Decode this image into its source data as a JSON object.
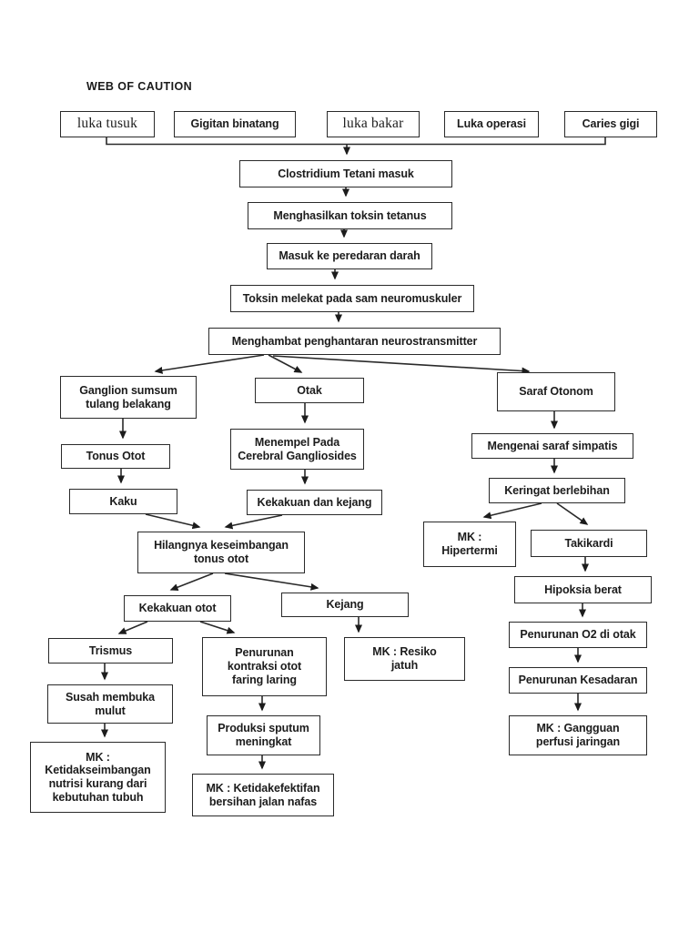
{
  "diagram": {
    "title": "WEB OF CAUTION",
    "type": "flowchart",
    "ink_color": "#1c1c1c",
    "background": "#ffffff",
    "nodes": {
      "luka_tusuk": "luka tusuk",
      "gigitan_binatang": "Gigitan binatang",
      "luka_bakar": "luka bakar",
      "luka_operasi": "Luka operasi",
      "caries_gigi": "Caries gigi",
      "clostridium": "Clostridium Tetani masuk",
      "menghasilkan": "Menghasilkan toksin tetanus",
      "masuk_peredaran": "Masuk ke peredaran darah",
      "toksin_melekat": "Toksin melekat pada sam neuromuskuler",
      "menghambat": "Menghambat penghantaran neurostransmitter",
      "ganglion": "Ganglion sumsum\ntulang belakang",
      "otak": "Otak",
      "saraf_otonom": "Saraf Otonom",
      "tonus_otot": "Tonus Otot",
      "menempel": "Menempel Pada\nCerebral Gangliosides",
      "mengenai_saraf": "Mengenai saraf simpatis",
      "kaku": "Kaku",
      "kekakuan_kejang": "Kekakuan dan kejang",
      "keringat": "Keringat berlebihan",
      "hilangnya": "Hilangnya keseimbangan\ntonus otot",
      "mk_hipertermi": "MK :\nHipertermi",
      "takikardi": "Takikardi",
      "kekakuan_otot": "Kekakuan otot",
      "kejang": "Kejang",
      "hipoksia": "Hipoksia berat",
      "trismus": "Trismus",
      "penurunan_kontraksi": "Penurunan\nkontraksi otot\nfaring laring",
      "mk_resiko": "MK : Resiko\njatuh",
      "penurunan_o2": "Penurunan O2 di otak",
      "susah_membuka": "Susah membuka\nmulut",
      "penurunan_kesadaran": "Penurunan Kesadaran",
      "mk_ketidakseimbangan": "MK :\nKetidakseimbangan\nnutrisi kurang dari\nkebutuhan tubuh",
      "produksi_sputum": "Produksi sputum\nmeningkat",
      "mk_gangguan": "MK : Gangguan\nperfusi jaringan",
      "mk_ketidakefektifan": "MK : Ketidakefektifan\nbersihan jalan nafas"
    },
    "edges": [
      [
        "luka_tusuk",
        "clostridium"
      ],
      [
        "gigitan_binatang",
        "clostridium"
      ],
      [
        "luka_bakar",
        "clostridium"
      ],
      [
        "luka_operasi",
        "clostridium"
      ],
      [
        "caries_gigi",
        "clostridium"
      ],
      [
        "clostridium",
        "menghasilkan"
      ],
      [
        "menghasilkan",
        "masuk_peredaran"
      ],
      [
        "masuk_peredaran",
        "toksin_melekat"
      ],
      [
        "toksin_melekat",
        "menghambat"
      ],
      [
        "menghambat",
        "ganglion"
      ],
      [
        "menghambat",
        "otak"
      ],
      [
        "menghambat",
        "saraf_otonom"
      ],
      [
        "ganglion",
        "tonus_otot"
      ],
      [
        "tonus_otot",
        "kaku"
      ],
      [
        "otak",
        "menempel"
      ],
      [
        "menempel",
        "kekakuan_kejang"
      ],
      [
        "kaku",
        "hilangnya"
      ],
      [
        "kekakuan_kejang",
        "hilangnya"
      ],
      [
        "hilangnya",
        "kekakuan_otot"
      ],
      [
        "hilangnya",
        "kejang"
      ],
      [
        "kekakuan_otot",
        "trismus"
      ],
      [
        "kekakuan_otot",
        "penurunan_kontraksi"
      ],
      [
        "kejang",
        "mk_resiko"
      ],
      [
        "trismus",
        "susah_membuka"
      ],
      [
        "susah_membuka",
        "mk_ketidakseimbangan"
      ],
      [
        "penurunan_kontraksi",
        "produksi_sputum"
      ],
      [
        "produksi_sputum",
        "mk_ketidakefektifan"
      ],
      [
        "saraf_otonom",
        "mengenai_saraf"
      ],
      [
        "mengenai_saraf",
        "keringat"
      ],
      [
        "keringat",
        "mk_hipertermi"
      ],
      [
        "keringat",
        "takikardi"
      ],
      [
        "takikardi",
        "hipoksia"
      ],
      [
        "hipoksia",
        "penurunan_o2"
      ],
      [
        "penurunan_o2",
        "penurunan_kesadaran"
      ],
      [
        "penurunan_kesadaran",
        "mk_gangguan"
      ]
    ]
  }
}
